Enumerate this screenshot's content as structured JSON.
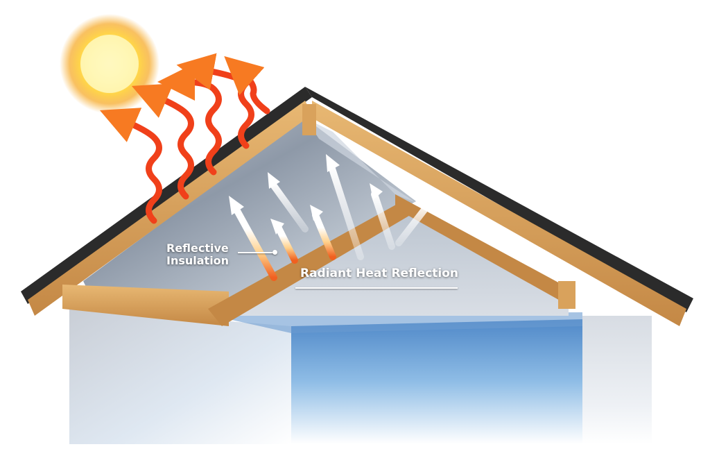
{
  "diagram": {
    "subject": "Roof cross-section with reflective insulation",
    "labels": {
      "reflective_insulation": "Reflective\nInsulation",
      "reflective_line1": "Reflective",
      "reflective_line2": "Insulation",
      "radiant_heat_reflection": "Radiant Heat Reflection"
    },
    "elements": {
      "sun": "sun-icon",
      "heat_waves_outside": 5,
      "reflected_arrows_inside": 6,
      "roof_material": "dark shingles",
      "rafters": "wood",
      "insulation": "foil reflective insulation",
      "interior": "cool blue room"
    },
    "colors": {
      "heat_wave": "#f0401a",
      "heat_wave_tip": "#f77a22",
      "sun_core": "#fff6b0",
      "sun_glow": "#f7b13a",
      "wood": "#d9a25c",
      "wood_dark": "#b87a3a",
      "shingle": "#2b2b2b",
      "foil": "#9aa6b4",
      "gable_wall": "#c9d0d8",
      "interior_blue": "#7fb0e0",
      "exterior_wall": "#eef0f3"
    }
  }
}
